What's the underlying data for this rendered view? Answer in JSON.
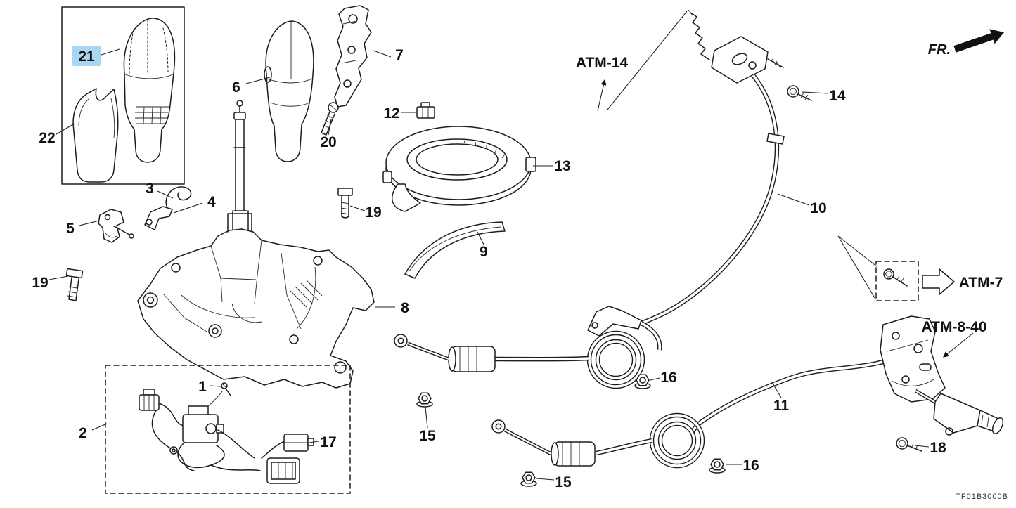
{
  "diagram": {
    "subject": "Automatic transmission select lever - exploded parts diagram",
    "drawing_code": "TF01B3000B",
    "direction_label": "FR.",
    "colors": {
      "highlight_fill": "#a9d6f2",
      "highlight_text": "#1a66b8",
      "line": "#1d1d1d"
    },
    "references": [
      {
        "label": "ATM-14"
      },
      {
        "label": "ATM-7"
      },
      {
        "label": "ATM-8-40"
      }
    ],
    "callouts": [
      {
        "label": "21",
        "highlighted": true
      },
      {
        "label": "22",
        "highlighted": false
      },
      {
        "label": "6",
        "highlighted": false
      },
      {
        "label": "7",
        "highlighted": false
      },
      {
        "label": "12",
        "highlighted": false
      },
      {
        "label": "20",
        "highlighted": false
      },
      {
        "label": "13",
        "highlighted": false
      },
      {
        "label": "3",
        "highlighted": false
      },
      {
        "label": "4",
        "highlighted": false
      },
      {
        "label": "5",
        "highlighted": false
      },
      {
        "label": "19",
        "highlighted": false
      },
      {
        "label": "19",
        "highlighted": false
      },
      {
        "label": "9",
        "highlighted": false
      },
      {
        "label": "8",
        "highlighted": false
      },
      {
        "label": "10",
        "highlighted": false
      },
      {
        "label": "14",
        "highlighted": false
      },
      {
        "label": "1",
        "highlighted": false
      },
      {
        "label": "2",
        "highlighted": false
      },
      {
        "label": "17",
        "highlighted": false
      },
      {
        "label": "15",
        "highlighted": false
      },
      {
        "label": "15",
        "highlighted": false
      },
      {
        "label": "16",
        "highlighted": false
      },
      {
        "label": "16",
        "highlighted": false
      },
      {
        "label": "11",
        "highlighted": false
      },
      {
        "label": "18",
        "highlighted": false
      }
    ]
  }
}
